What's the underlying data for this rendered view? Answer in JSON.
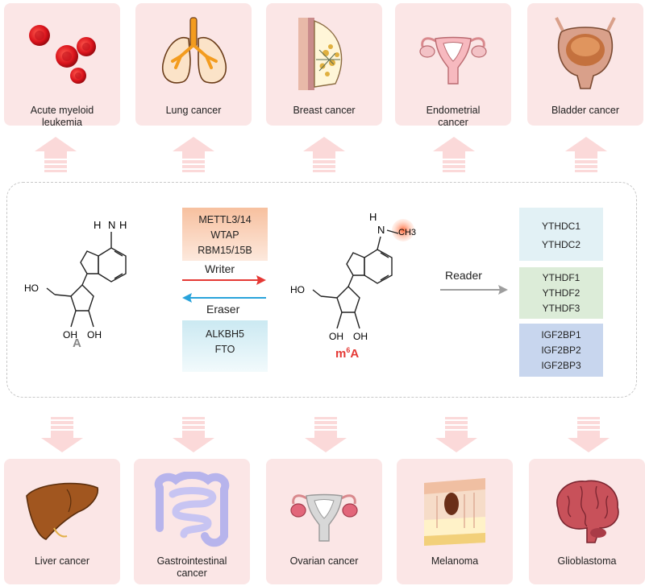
{
  "top_cancers": [
    {
      "label": "Acute myeloid\nleukemia",
      "icon": "blood-cells-icon"
    },
    {
      "label": "Lung cancer",
      "icon": "lungs-icon"
    },
    {
      "label": "Breast cancer",
      "icon": "breast-tissue-icon"
    },
    {
      "label": "Endometrial\ncancer",
      "icon": "uterus-icon"
    },
    {
      "label": "Bladder cancer",
      "icon": "bladder-icon"
    }
  ],
  "bottom_cancers": [
    {
      "label": "Liver cancer",
      "icon": "liver-icon"
    },
    {
      "label": "Gastrointestinal\ncancer",
      "icon": "intestine-icon"
    },
    {
      "label": "Ovarian cancer",
      "icon": "ovary-icon"
    },
    {
      "label": "Melanoma",
      "icon": "skin-layers-icon"
    },
    {
      "label": "Glioblastoma",
      "icon": "brain-icon"
    }
  ],
  "molecules": {
    "adenosine_label": "A",
    "m6a_label_base": "m",
    "m6a_label_sup": "6",
    "m6a_label_tail": "A",
    "ho": "HO",
    "oh": "OH",
    "n": "N",
    "h": "H",
    "ch3": "CH3"
  },
  "writer": {
    "label": "Writer",
    "items": [
      "METTL3/14",
      "WTAP",
      "RBM15/15B"
    ],
    "color": "#f7c9ae"
  },
  "eraser": {
    "label": "Eraser",
    "items": [
      "ALKBH5",
      "FTO"
    ],
    "color": "#d9eef4"
  },
  "reader": {
    "label": "Reader",
    "groups": [
      {
        "items": [
          "YTHDC1",
          "YTHDC2"
        ],
        "color": "#e2f1f5"
      },
      {
        "items": [
          "YTHDF1",
          "YTHDF2",
          "YTHDF3"
        ],
        "color": "#dcecd8"
      },
      {
        "items": [
          "IGF2BP1",
          "IGF2BP2",
          "IGF2BP3"
        ],
        "color": "#c8d6ee"
      }
    ]
  },
  "colors": {
    "card": "#fbe6e6",
    "arrow": "#fbd9d9",
    "writer_arrow": "#e53935",
    "eraser_arrow": "#29a3db",
    "reader_arrow": "#9e9e9e",
    "adenosine": "#888888",
    "m6a": "#e53935"
  }
}
